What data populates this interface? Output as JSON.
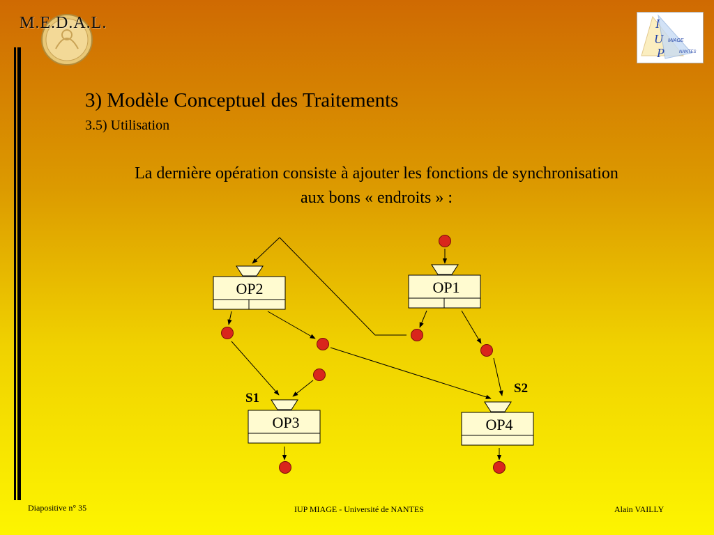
{
  "header": {
    "deck_title": "M.E.D.A.L.",
    "logo_letters": [
      "I",
      "U",
      "P"
    ],
    "logo_words": [
      "MIAGE",
      "NANTES"
    ]
  },
  "content": {
    "title": "3) Modèle Conceptuel des Traitements",
    "subtitle": "3.5) Utilisation",
    "intro": "La dernière opération consiste à ajouter les fonctions de synchronisation aux bons « endroits » :"
  },
  "diagram": {
    "operations": [
      {
        "id": "op2",
        "label": "OP2"
      },
      {
        "id": "op1",
        "label": "OP1"
      },
      {
        "id": "op3",
        "label": "OP3"
      },
      {
        "id": "op4",
        "label": "OP4"
      }
    ],
    "synchronizations": [
      {
        "id": "s1",
        "label": "S1"
      },
      {
        "id": "s2",
        "label": "S2"
      }
    ],
    "colors": {
      "event_fill": "#d9261c",
      "event_stroke": "#7a0f08",
      "box_fill": "#fffbd0"
    }
  },
  "footer": {
    "slide_number": "Diapositive n° 35",
    "institution": "IUP MIAGE - Université de NANTES",
    "author": "Alain VAILLY"
  }
}
